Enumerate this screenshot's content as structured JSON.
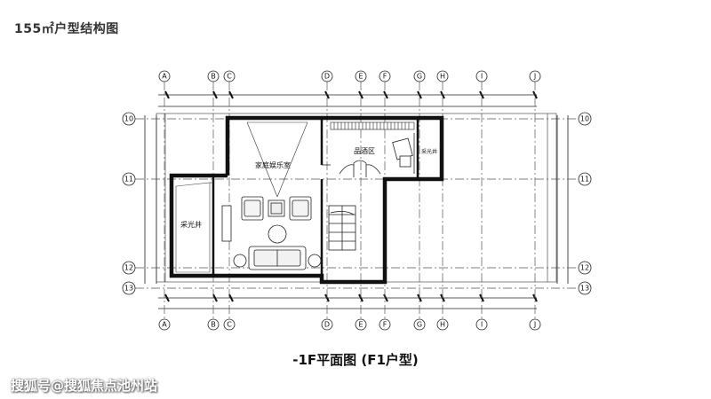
{
  "header": {
    "title": "155㎡户型结构图"
  },
  "plan": {
    "caption": "-1F平面图 (F1户型)",
    "column_axes": [
      "A",
      "B",
      "C",
      "D",
      "E",
      "F",
      "G",
      "H",
      "I",
      "J"
    ],
    "row_axes": [
      "10",
      "11",
      "12",
      "13"
    ],
    "rooms": {
      "family_entertainment": "家庭娱乐室",
      "wine_area": "品酒区",
      "light_well_left": "采光井",
      "light_well_right": "采光井"
    }
  },
  "watermark": {
    "text": "搜狐号@搜狐焦点池州站"
  }
}
